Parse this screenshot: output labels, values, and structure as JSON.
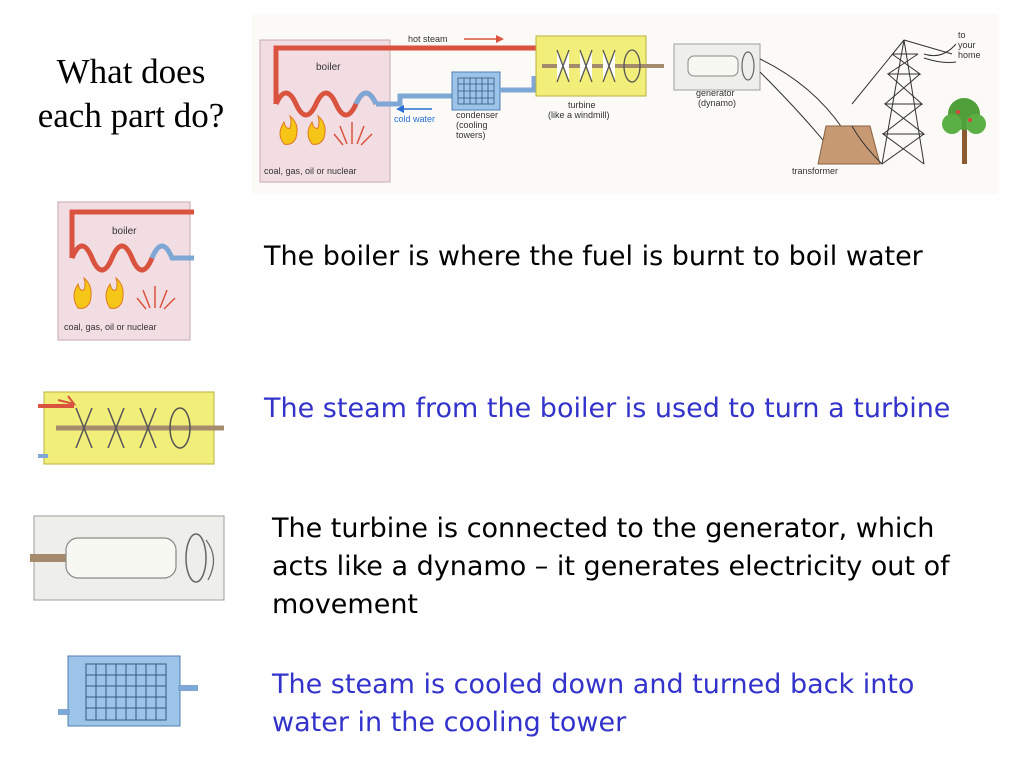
{
  "title": {
    "line1": "What does",
    "line2": "each part do?"
  },
  "diagram": {
    "hot_steam": "hot steam",
    "cold_water": "cold water",
    "boiler": "boiler",
    "fuel": "coal, gas, oil or nuclear",
    "condenser": [
      "condenser",
      "(cooling",
      "towers)"
    ],
    "turbine": [
      "turbine",
      "(like a windmill)"
    ],
    "generator": [
      "generator",
      "(dynamo)"
    ],
    "transformer": "transformer",
    "home": [
      "to",
      "your",
      "home"
    ]
  },
  "parts": [
    {
      "id": "boiler",
      "text": "The boiler is where the fuel is burnt to boil water",
      "color": "#000000"
    },
    {
      "id": "turbine",
      "text": "The steam from the boiler is used to turn a turbine",
      "color": "#3333cc"
    },
    {
      "id": "generator",
      "text": "The turbine is connected to the generator, which acts like a dynamo – it generates electricity out of movement",
      "color": "#000000"
    },
    {
      "id": "condenser",
      "text": "The steam is cooled down and turned back into water in the cooling tower",
      "color": "#3333cc"
    }
  ],
  "colors": {
    "hot_pipe": "#d9533f",
    "cold_pipe": "#7fa7d6",
    "boiler_fill": "#f2dde3",
    "turbine_fill": "#f2ee7a",
    "condenser_fill": "#9cc3e8",
    "generator_fill": "#eeeeea",
    "blue_text": "#3333cc"
  }
}
